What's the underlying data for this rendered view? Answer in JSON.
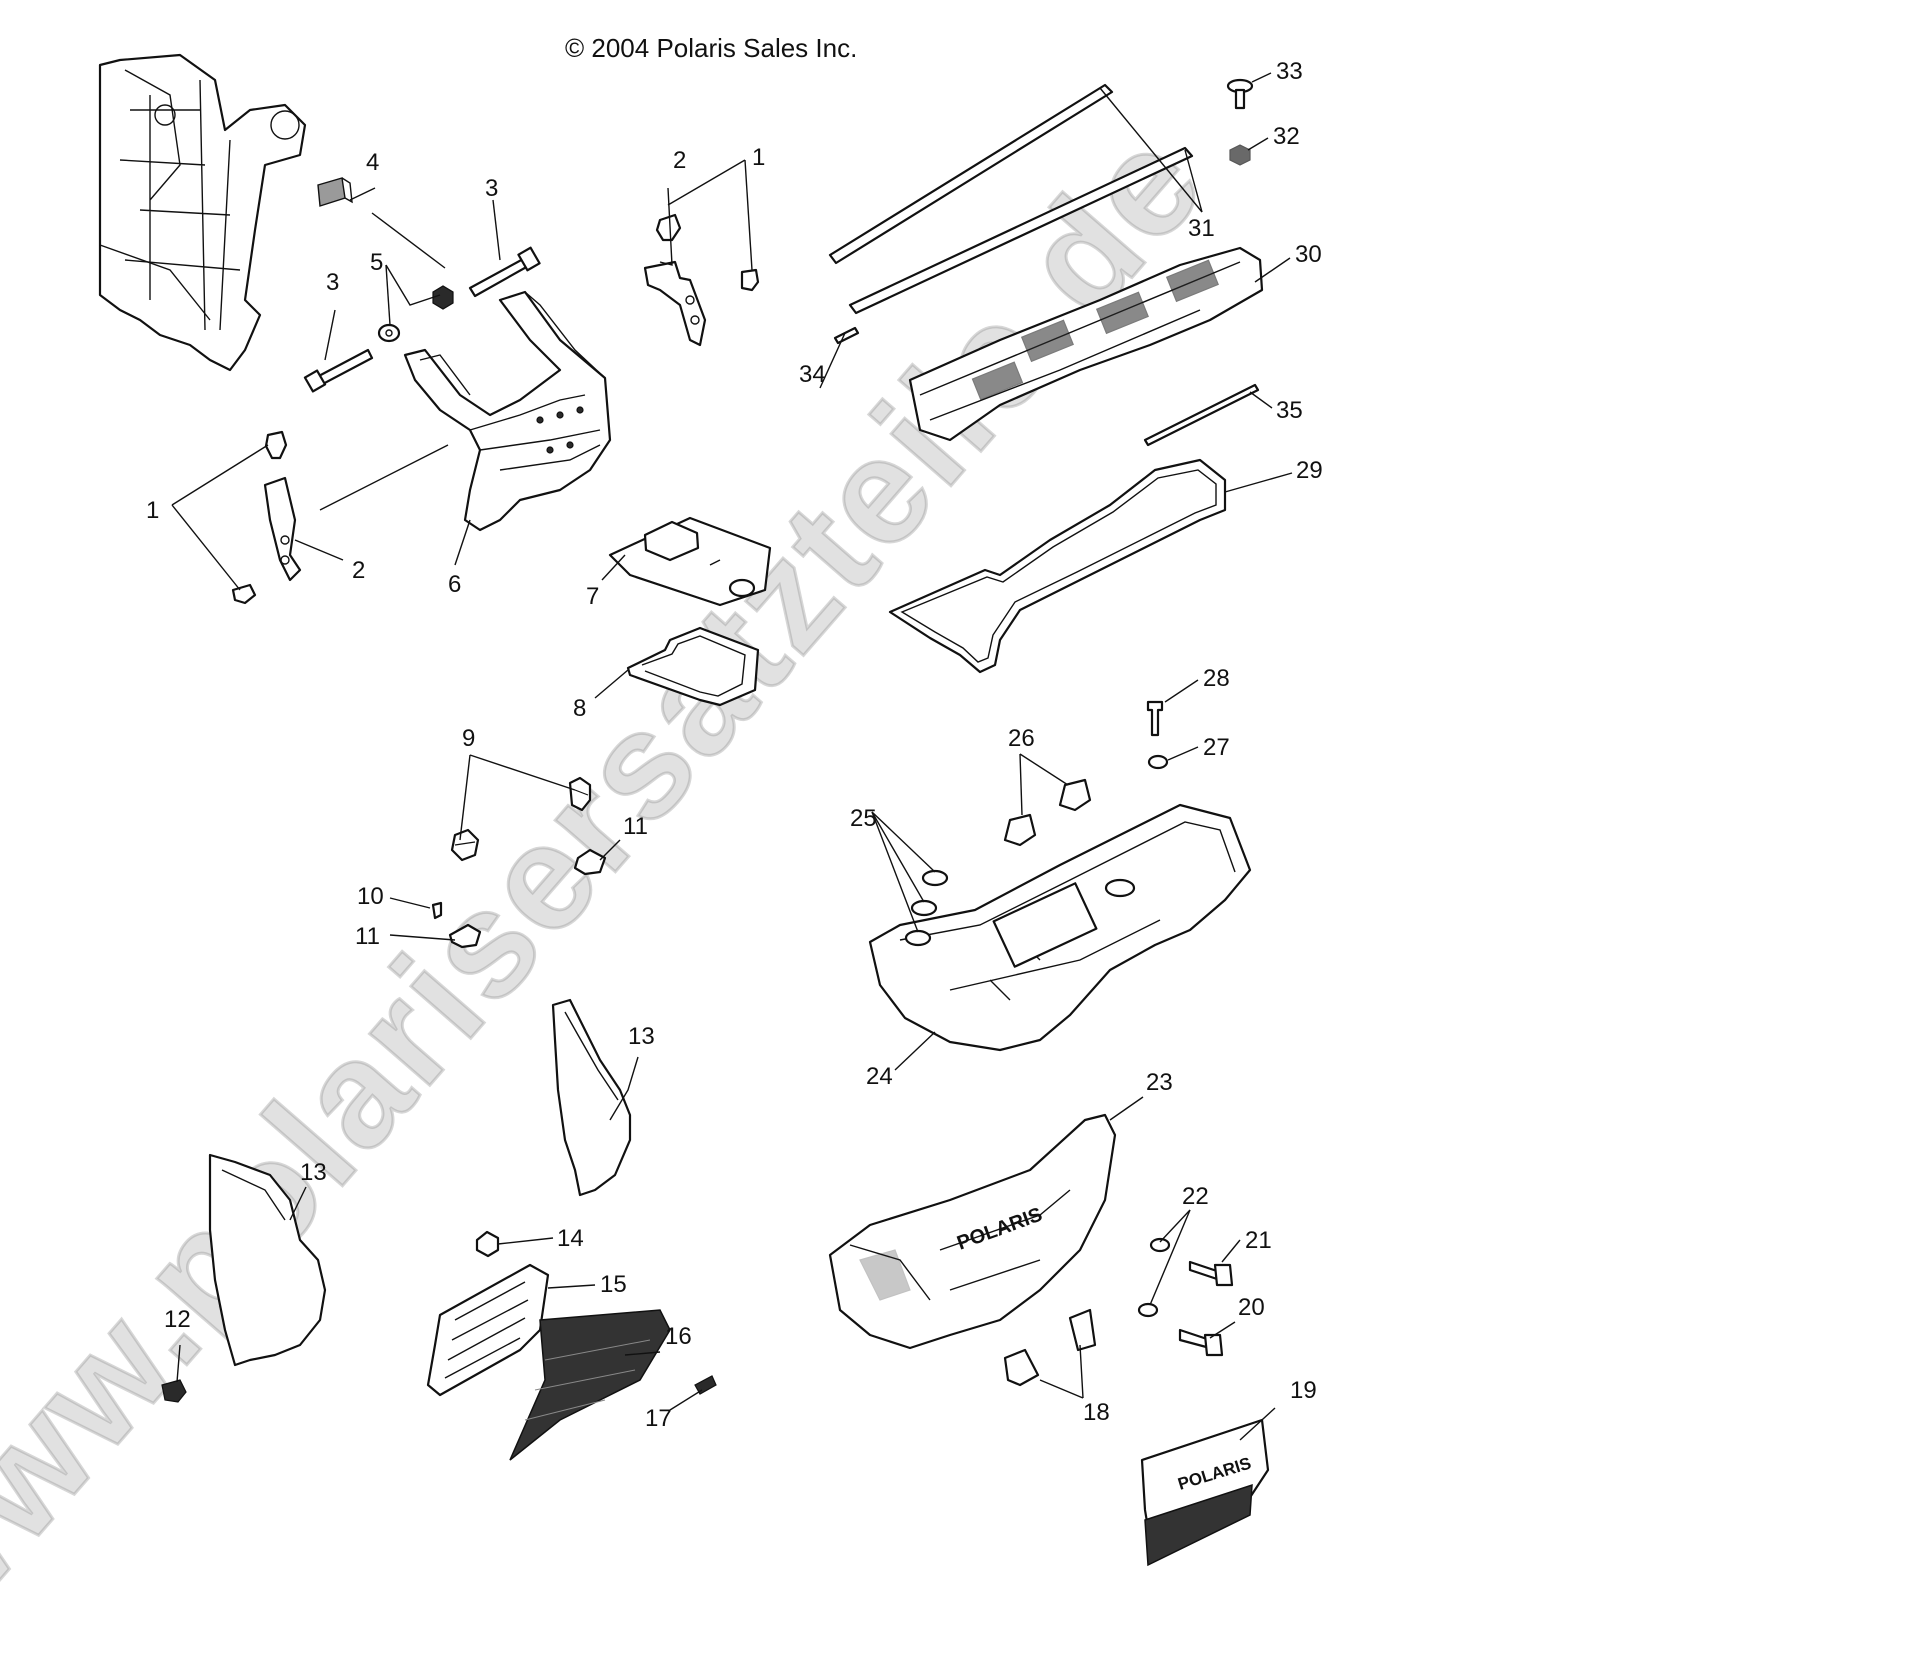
{
  "copyright": "© 2004 Polaris Sales Inc.",
  "watermark": "www.polarisersatzteile.de",
  "callouts": {
    "c1a": "1",
    "c2a": "2",
    "c3a": "3",
    "c3b": "3",
    "c4": "4",
    "c5": "5",
    "c1b": "1",
    "c2b": "2",
    "c6": "6",
    "c7": "7",
    "c8": "8",
    "c9": "9",
    "c10": "10",
    "c11a": "11",
    "c11b": "11",
    "c12": "12",
    "c13a": "13",
    "c13b": "13",
    "c14": "14",
    "c15": "15",
    "c16": "16",
    "c17": "17",
    "c18": "18",
    "c19": "19",
    "c20": "20",
    "c21": "21",
    "c22": "22",
    "c23": "23",
    "c24": "24",
    "c25": "25",
    "c26": "26",
    "c27": "27",
    "c28": "28",
    "c29": "29",
    "c30": "30",
    "c31": "31",
    "c32": "32",
    "c33": "33",
    "c34": "34",
    "c35": "35"
  },
  "brand_marks": {
    "bumper": "POLARIS",
    "cover": "POLARIS"
  }
}
